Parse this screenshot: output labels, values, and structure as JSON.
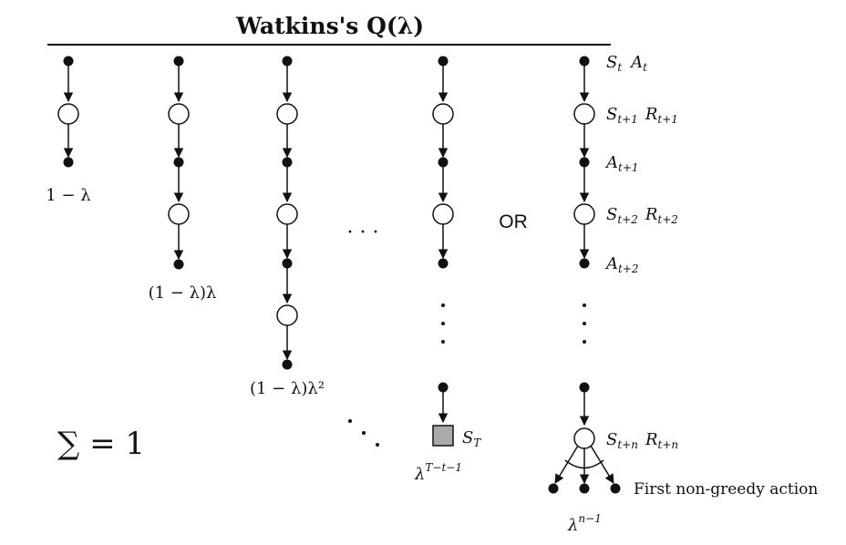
{
  "title": "Watkins's Q(λ)",
  "weights": {
    "w1": "1 − λ",
    "w2": "(1 − λ)λ",
    "w3": "(1 − λ)λ²",
    "terminal": "λ^(T−t−1)",
    "cutoff": "λ^(n−1)"
  },
  "sum_label": "∑ = 1",
  "or_label": "OR",
  "ellipsis": "· · ·",
  "diag_ellipsis": "⋱",
  "labels": {
    "r0": "S_t  A_t",
    "r1": "S_{t+1}  R_{t+1}",
    "r2": "A_{t+1}",
    "r3": "S_{t+2}  R_{t+2}",
    "r4": "A_{t+2}",
    "terminal_state": "S_T",
    "cut_state": "S_{t+n}  R_{t+n}",
    "first_nongreedy": "First non-greedy action"
  },
  "colors": {
    "ink": "#111111",
    "terminal_fill": "#aaaaaa",
    "background": "#ffffff"
  }
}
